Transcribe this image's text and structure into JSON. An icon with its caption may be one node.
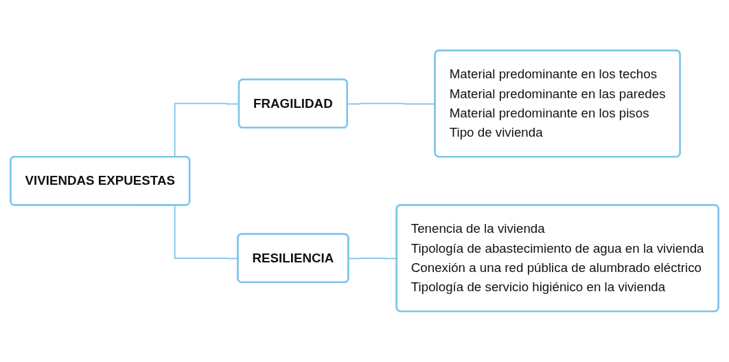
{
  "diagram": {
    "nodes": [
      {
        "text": [
          "VIVIENDAS EXPUESTAS"
        ]
      },
      {
        "text": [
          "FRAGILIDAD"
        ]
      },
      {
        "text": [
          "Material predominante en los techos",
          "Material predominante en las paredes",
          "Material predominante en los pisos",
          "Tipo de vivienda"
        ]
      },
      {
        "text": [
          "RESILIENCIA"
        ]
      },
      {
        "text": [
          "Tenencia de la vivienda",
          "Tipología de abastecimiento de agua en la vivienda",
          "Conexión a una red pública de alumbrado eléctrico",
          "Tipología de servicio higiénico en la vivienda"
        ]
      }
    ],
    "edges": [
      {
        "from": 0,
        "to": 1,
        "arrow": "none"
      },
      {
        "from": 0,
        "to": 3,
        "arrow": "none"
      },
      {
        "from": 1,
        "to": 2,
        "arrow": "none"
      },
      {
        "from": 3,
        "to": 4,
        "arrow": "none"
      }
    ]
  }
}
